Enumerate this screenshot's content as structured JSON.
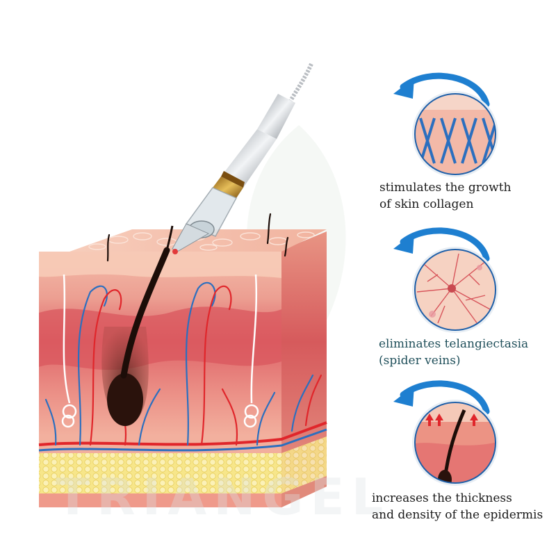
{
  "callouts": [
    {
      "line1": "stimulates the growth",
      "line2": "of skin collagen",
      "icon": "collagen-fibers-icon"
    },
    {
      "line1": "eliminates telangiectasia",
      "line2": "(spider veins)",
      "icon": "spider-veins-icon"
    },
    {
      "line1": "increases the thickness",
      "line2": "and density of the epidermis",
      "icon": "epidermis-hair-icon"
    }
  ],
  "watermark": "TRIANGEL",
  "colors": {
    "arrow_blue": "#1e7fd0",
    "skin_pink": "#f3b7a4",
    "dermis_red": "#e46f6f",
    "fat_yellow": "#f6e27a",
    "vein_blue": "#2b6fbf",
    "artery_red": "#e0262b",
    "device_gold": "#c9962e"
  }
}
